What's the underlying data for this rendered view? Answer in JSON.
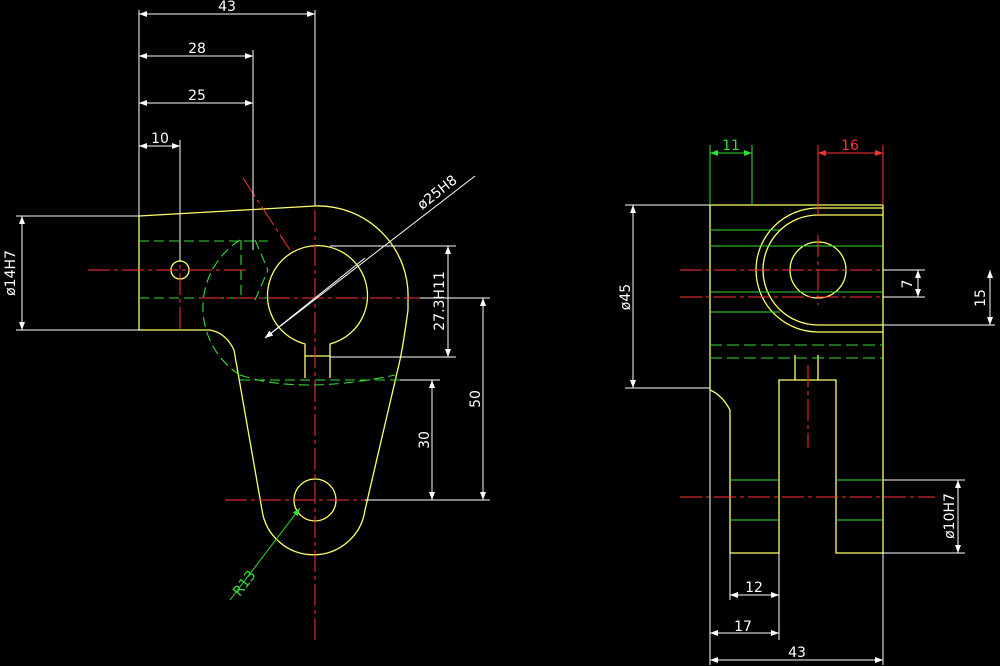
{
  "drawing": {
    "left_view": {
      "dims": {
        "d43": "43",
        "d28": "28",
        "d25": "25",
        "d10": "10",
        "d14h7": "ø14H7",
        "d25h8": "ø25H8",
        "d27": "27.3H11",
        "d50": "50",
        "d30": "30",
        "r13": "R13"
      }
    },
    "right_view": {
      "dims": {
        "d11": "11",
        "d16": "16",
        "d45": "ø45",
        "d7": "7",
        "d15": "15",
        "d10h7": "ø10H7",
        "d12": "12",
        "d17": "17",
        "d43": "43"
      }
    }
  },
  "colors": {
    "outline": "#ffff66",
    "dimension": "#ffffff",
    "center": "#ff3333",
    "hidden": "#33dd33"
  }
}
